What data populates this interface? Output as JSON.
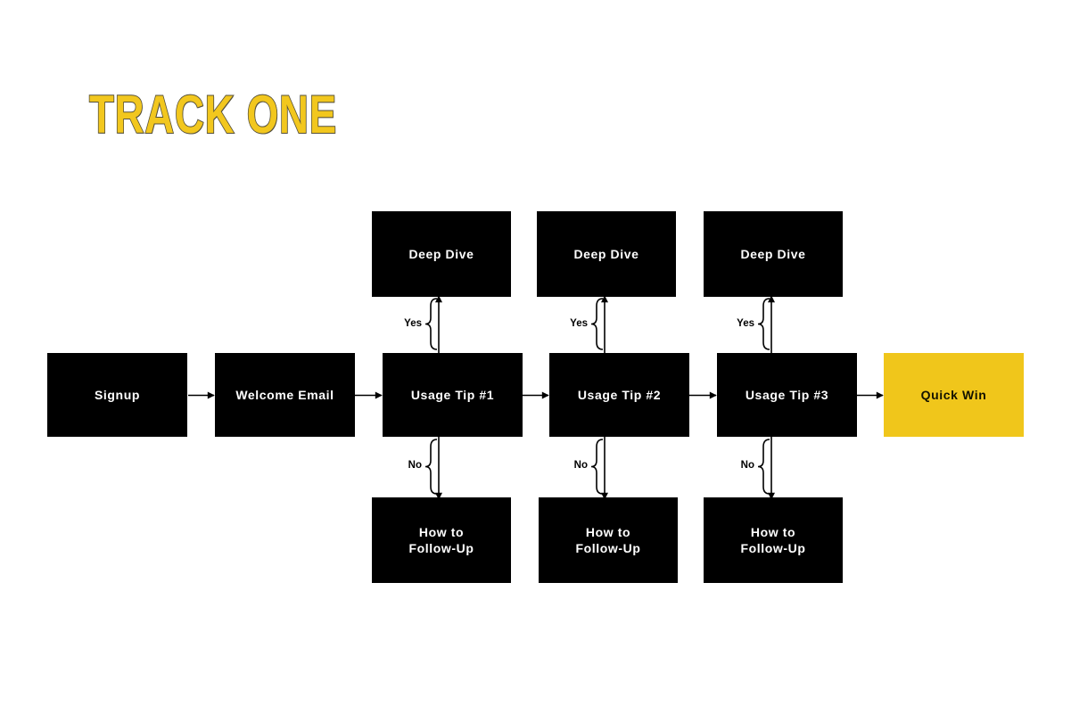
{
  "colors": {
    "node-bg": "#000000",
    "node-text": "#ffffff",
    "highlight-bg": "#F0C61B",
    "highlight-text": "#131200",
    "title-fill": "#F2C71E",
    "title-outline": "#55503C",
    "connector": "#000000"
  },
  "diagram": {
    "title": "TRACK ONE",
    "main_row": [
      "Signup",
      "Welcome Email",
      "Usage Tip #1",
      "Usage Tip #2",
      "Usage Tip #3",
      "Quick Win"
    ],
    "deep_dive_row": [
      "Deep Dive",
      "Deep Dive",
      "Deep Dive"
    ],
    "follow_up_row": [
      "How to\nFollow-Up",
      "How to\nFollow-Up",
      "How to\nFollow-Up"
    ],
    "yes_labels": [
      "Yes",
      "Yes",
      "Yes"
    ],
    "no_labels": [
      "No",
      "No",
      "No"
    ]
  }
}
